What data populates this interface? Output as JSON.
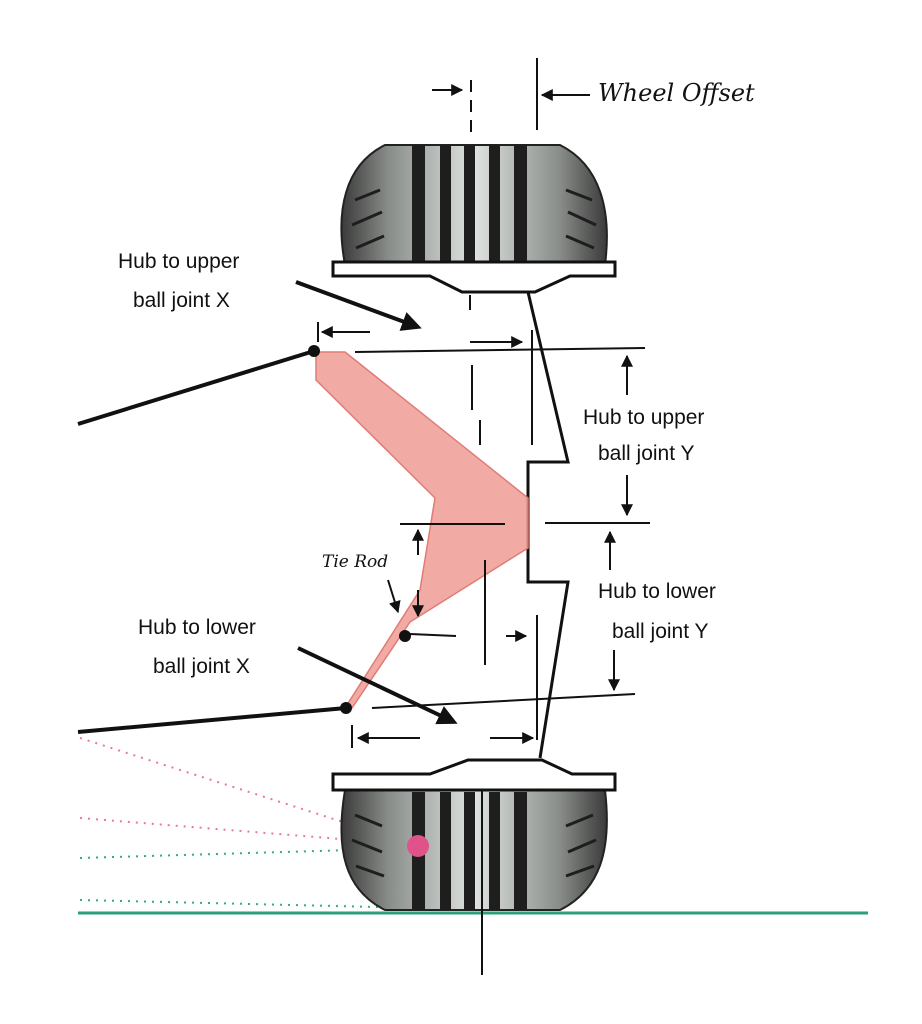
{
  "labels": {
    "wheel_offset": "Wheel Offset",
    "upper_x_line1": "Hub to upper",
    "upper_x_line2": "ball joint X",
    "upper_y_line1": "Hub to upper",
    "upper_y_line2": "ball joint Y",
    "lower_x_line1": "Hub to lower",
    "lower_x_line2": "ball joint X",
    "lower_y_line1": "Hub to lower",
    "lower_y_line2": "ball joint Y",
    "tie_rod": "Tie Rod"
  },
  "colors": {
    "ink": "#111111",
    "knuckle_fill": "#ef9c94",
    "knuckle_stroke": "#e07c76",
    "ground_line": "#2e9e7c",
    "pink_dots": "#e87a8a",
    "green_dots": "#3aa87e",
    "contact_point": "#e0528a",
    "tire_dark": "#2a2a2a",
    "tire_light": "#d8dcd8"
  },
  "icons": {
    "upper_ball_joint": "ball-joint-icon",
    "lower_ball_joint": "ball-joint-icon",
    "tie_rod_joint": "ball-joint-icon",
    "contact_point": "contact-point-icon"
  }
}
